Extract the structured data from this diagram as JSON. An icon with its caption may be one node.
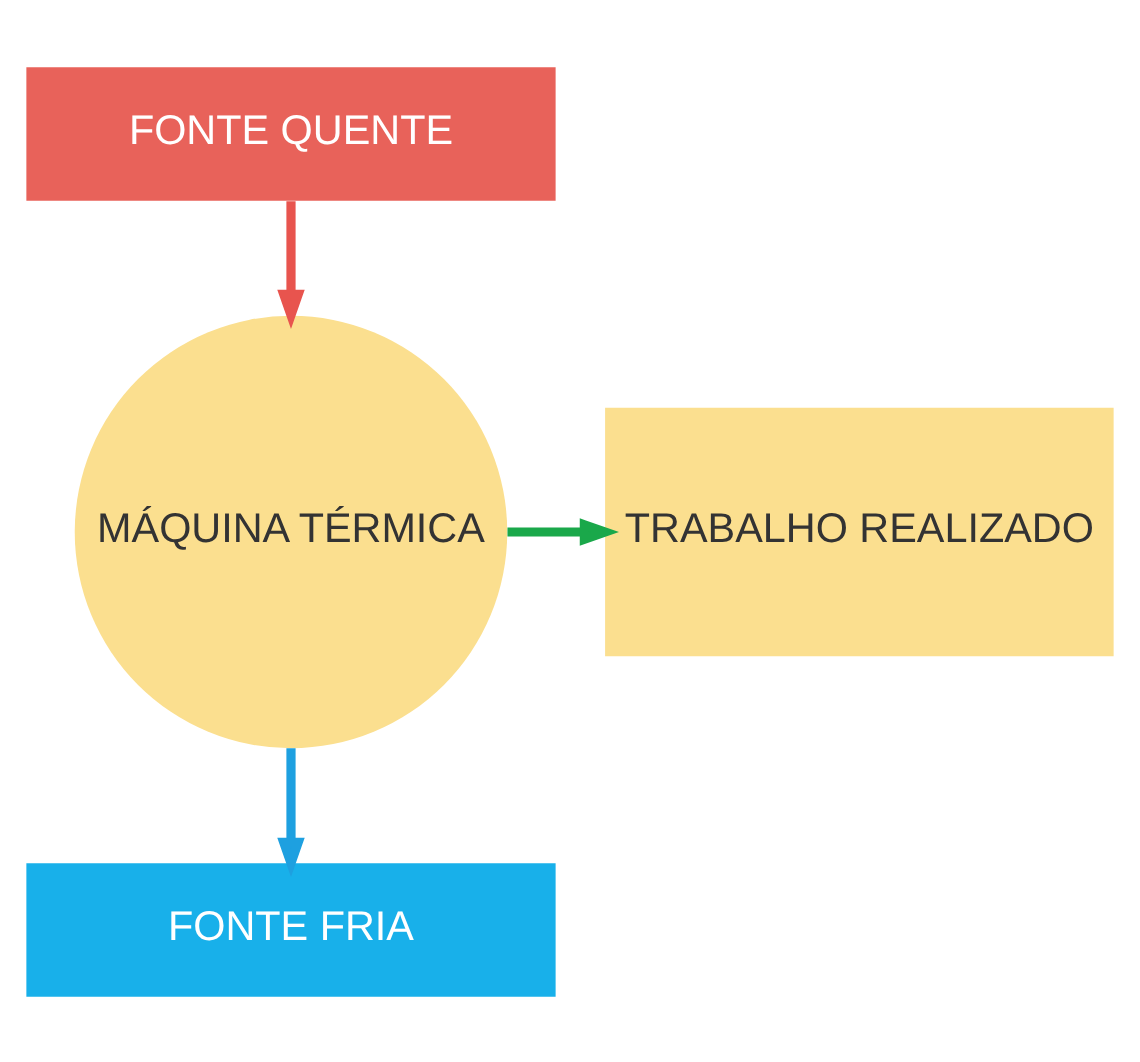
{
  "diagram": {
    "nodes": [
      {
        "text": [
          "FONTE QUENTE"
        ]
      },
      {
        "text": [
          "MÁQUINA TÉRMICA"
        ]
      },
      {
        "text": [
          "TRABALHO REALIZADO"
        ]
      },
      {
        "text": [
          "FONTE FRIA"
        ]
      }
    ],
    "edges": [
      {
        "from": 0,
        "to": 1,
        "arrow": "to",
        "color": "#e8544e"
      },
      {
        "from": 1,
        "to": 2,
        "arrow": "to",
        "color": "#1aa84a"
      },
      {
        "from": 1,
        "to": 3,
        "arrow": "to",
        "color": "#1ea0e0"
      }
    ]
  }
}
